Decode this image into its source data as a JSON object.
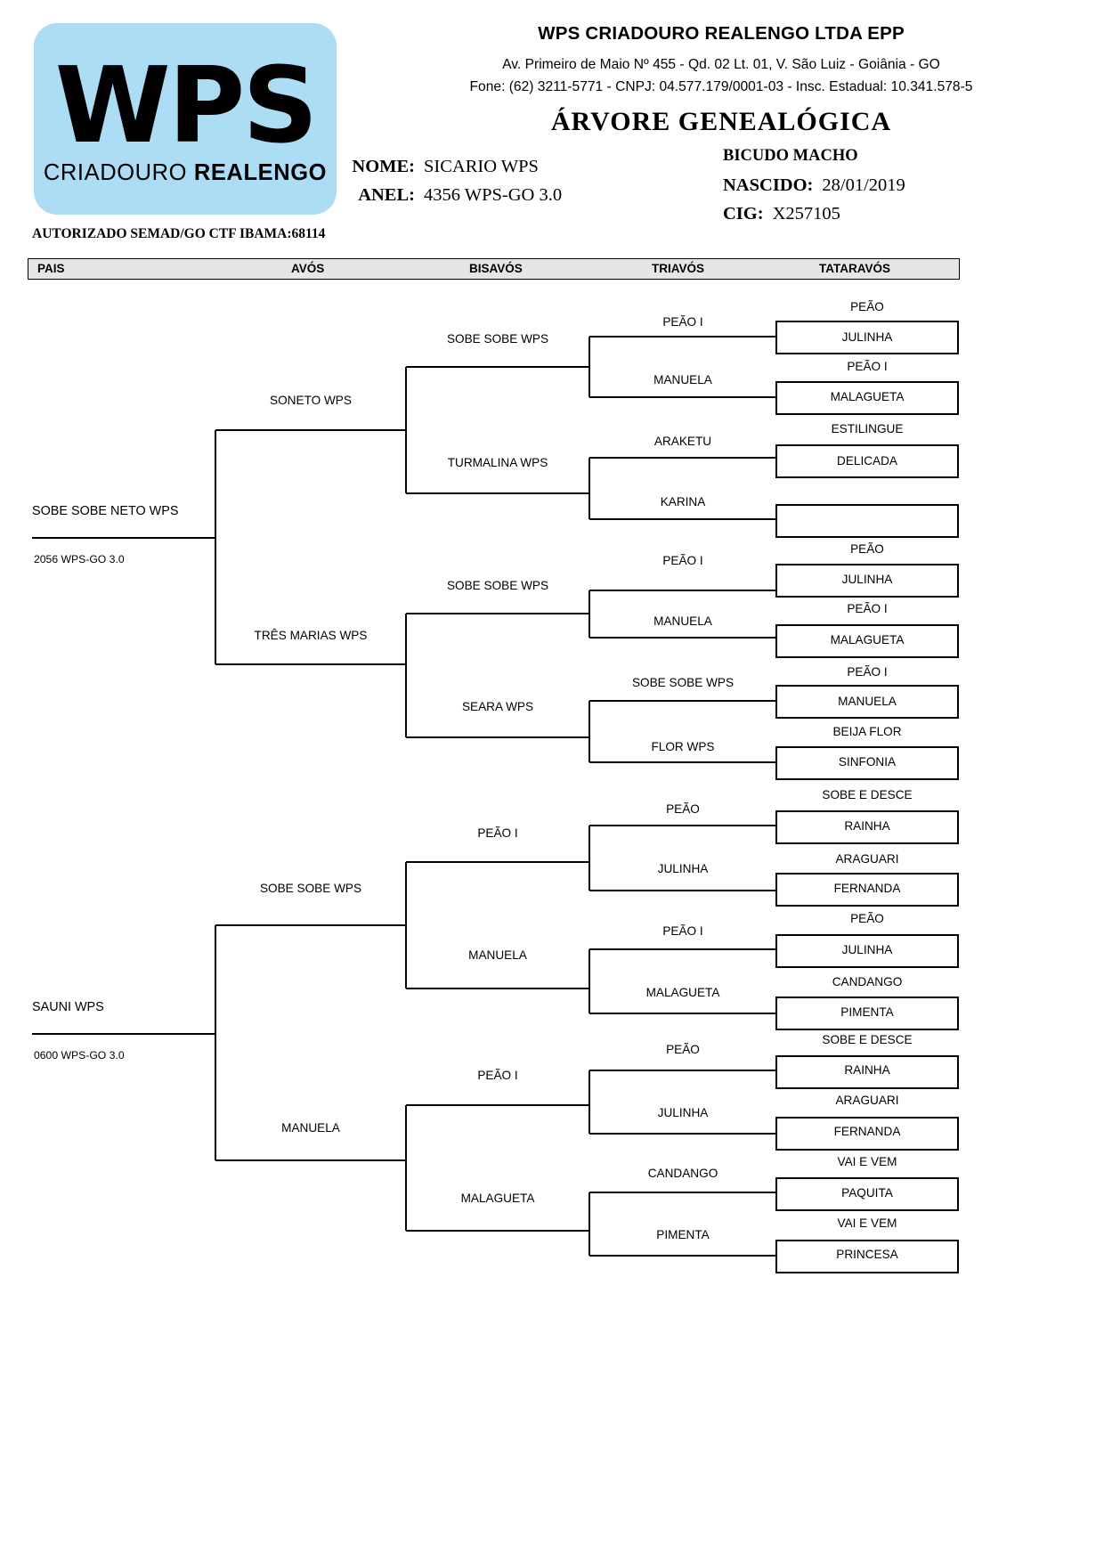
{
  "logo": {
    "mark": "WPS",
    "sub_thin": "CRIADOURO ",
    "sub_bold": "REALENGO",
    "bg_color": "#ACDDF5"
  },
  "company": {
    "name": "WPS CRIADOURO REALENGO LTDA EPP",
    "address": "Av. Primeiro de Maio Nº 455 - Qd. 02 Lt. 01, V. São Luiz  - Goiânia - GO",
    "contact": "Fone: (62) 3211-5771  -  CNPJ: 04.577.179/0001-03  -  Insc. Estadual: 10.341.578-5"
  },
  "document": {
    "title": "ÁRVORE  GENEALÓGICA",
    "authorization": "AUTORIZADO SEMAD/GO CTF IBAMA:68114"
  },
  "identity": {
    "nome_label": "NOME:",
    "nome_value": "SICARIO WPS",
    "anel_label": "ANEL:",
    "anel_value": "4356 WPS-GO 3.0",
    "species": "BICUDO MACHO",
    "nascido_label": "NASCIDO:",
    "nascido_value": "28/01/2019",
    "cig_label": "CIG:",
    "cig_value": "X257105"
  },
  "columns": [
    {
      "label": "PAIS"
    },
    {
      "label": "AVÓS"
    },
    {
      "label": "BISAVÓS"
    },
    {
      "label": "TRIAVÓS"
    },
    {
      "label": "TATARAVÓS"
    }
  ],
  "tree": {
    "pais": [
      {
        "name": "SOBE SOBE NETO WPS",
        "ring": "2056 WPS-GO 3.0"
      },
      {
        "name": "SAUNI WPS",
        "ring": "0600 WPS-GO 3.0"
      }
    ],
    "avos": [
      {
        "name": "SONETO WPS"
      },
      {
        "name": "TRÊS MARIAS WPS"
      },
      {
        "name": "SOBE SOBE WPS"
      },
      {
        "name": "MANUELA"
      }
    ],
    "bisavos": [
      {
        "name": "SOBE SOBE WPS"
      },
      {
        "name": "TURMALINA WPS"
      },
      {
        "name": "SOBE SOBE WPS"
      },
      {
        "name": "SEARA WPS"
      },
      {
        "name": "PEÃO I"
      },
      {
        "name": "MANUELA"
      },
      {
        "name": "PEÃO I"
      },
      {
        "name": "MALAGUETA"
      }
    ],
    "triavos": [
      {
        "name": "PEÃO I"
      },
      {
        "name": "MANUELA"
      },
      {
        "name": "ARAKETU"
      },
      {
        "name": "KARINA"
      },
      {
        "name": "PEÃO I"
      },
      {
        "name": "MANUELA"
      },
      {
        "name": "SOBE SOBE WPS"
      },
      {
        "name": "FLOR WPS"
      },
      {
        "name": "PEÃO"
      },
      {
        "name": "JULINHA"
      },
      {
        "name": "PEÃO I"
      },
      {
        "name": "MALAGUETA"
      },
      {
        "name": "PEÃO"
      },
      {
        "name": "JULINHA"
      },
      {
        "name": "CANDANGO"
      },
      {
        "name": "PIMENTA"
      }
    ],
    "tataravos": [
      {
        "name": "PEÃO"
      },
      {
        "name": "JULINHA"
      },
      {
        "name": "PEÃO I"
      },
      {
        "name": "MALAGUETA"
      },
      {
        "name": "ESTILINGUE"
      },
      {
        "name": "DELICADA"
      },
      {
        "name": ""
      },
      {
        "name": ""
      },
      {
        "name": "PEÃO"
      },
      {
        "name": "JULINHA"
      },
      {
        "name": "PEÃO I"
      },
      {
        "name": "MALAGUETA"
      },
      {
        "name": "PEÃO I"
      },
      {
        "name": "MANUELA"
      },
      {
        "name": "BEIJA FLOR"
      },
      {
        "name": "SINFONIA"
      },
      {
        "name": "SOBE E DESCE"
      },
      {
        "name": "RAINHA"
      },
      {
        "name": "ARAGUARI"
      },
      {
        "name": "FERNANDA"
      },
      {
        "name": "PEÃO"
      },
      {
        "name": "JULINHA"
      },
      {
        "name": "CANDANGO"
      },
      {
        "name": "PIMENTA"
      },
      {
        "name": "SOBE E DESCE"
      },
      {
        "name": "RAINHA"
      },
      {
        "name": "ARAGUARI"
      },
      {
        "name": "FERNANDA"
      },
      {
        "name": "VAI E VEM"
      },
      {
        "name": "PAQUITA"
      },
      {
        "name": "VAI E VEM"
      },
      {
        "name": "PRINCESA"
      }
    ]
  }
}
